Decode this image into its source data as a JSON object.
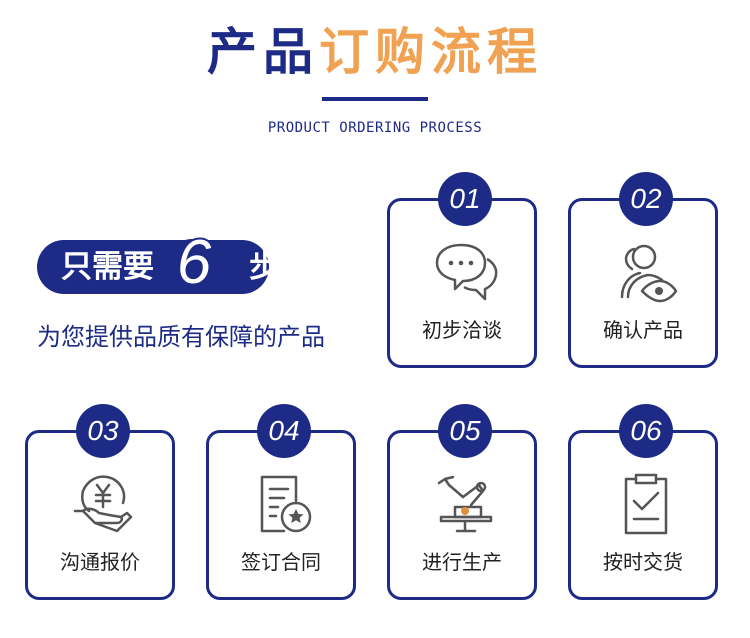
{
  "header": {
    "title_part1": "产品",
    "title_part2": "订购流程",
    "subtitle": "PRODUCT ORDERING PROCESS"
  },
  "intro": {
    "badge_prefix": "只需要",
    "badge_number": "6",
    "badge_suffix": "步",
    "tagline": "为您提供品质有保障的产品"
  },
  "steps": [
    {
      "num": "01",
      "label": "初步洽谈",
      "icon": "chat-bubbles-icon"
    },
    {
      "num": "02",
      "label": "确认产品",
      "icon": "user-eye-icon"
    },
    {
      "num": "03",
      "label": "沟通报价",
      "icon": "yen-coin-hand-icon"
    },
    {
      "num": "04",
      "label": "签订合同",
      "icon": "contract-badge-icon"
    },
    {
      "num": "05",
      "label": "进行生产",
      "icon": "robot-arm-icon"
    },
    {
      "num": "06",
      "label": "按时交货",
      "icon": "clipboard-check-icon"
    }
  ],
  "colors": {
    "navy": "#1d2b86",
    "orange": "#f0a252",
    "icon_gray": "#555555"
  }
}
